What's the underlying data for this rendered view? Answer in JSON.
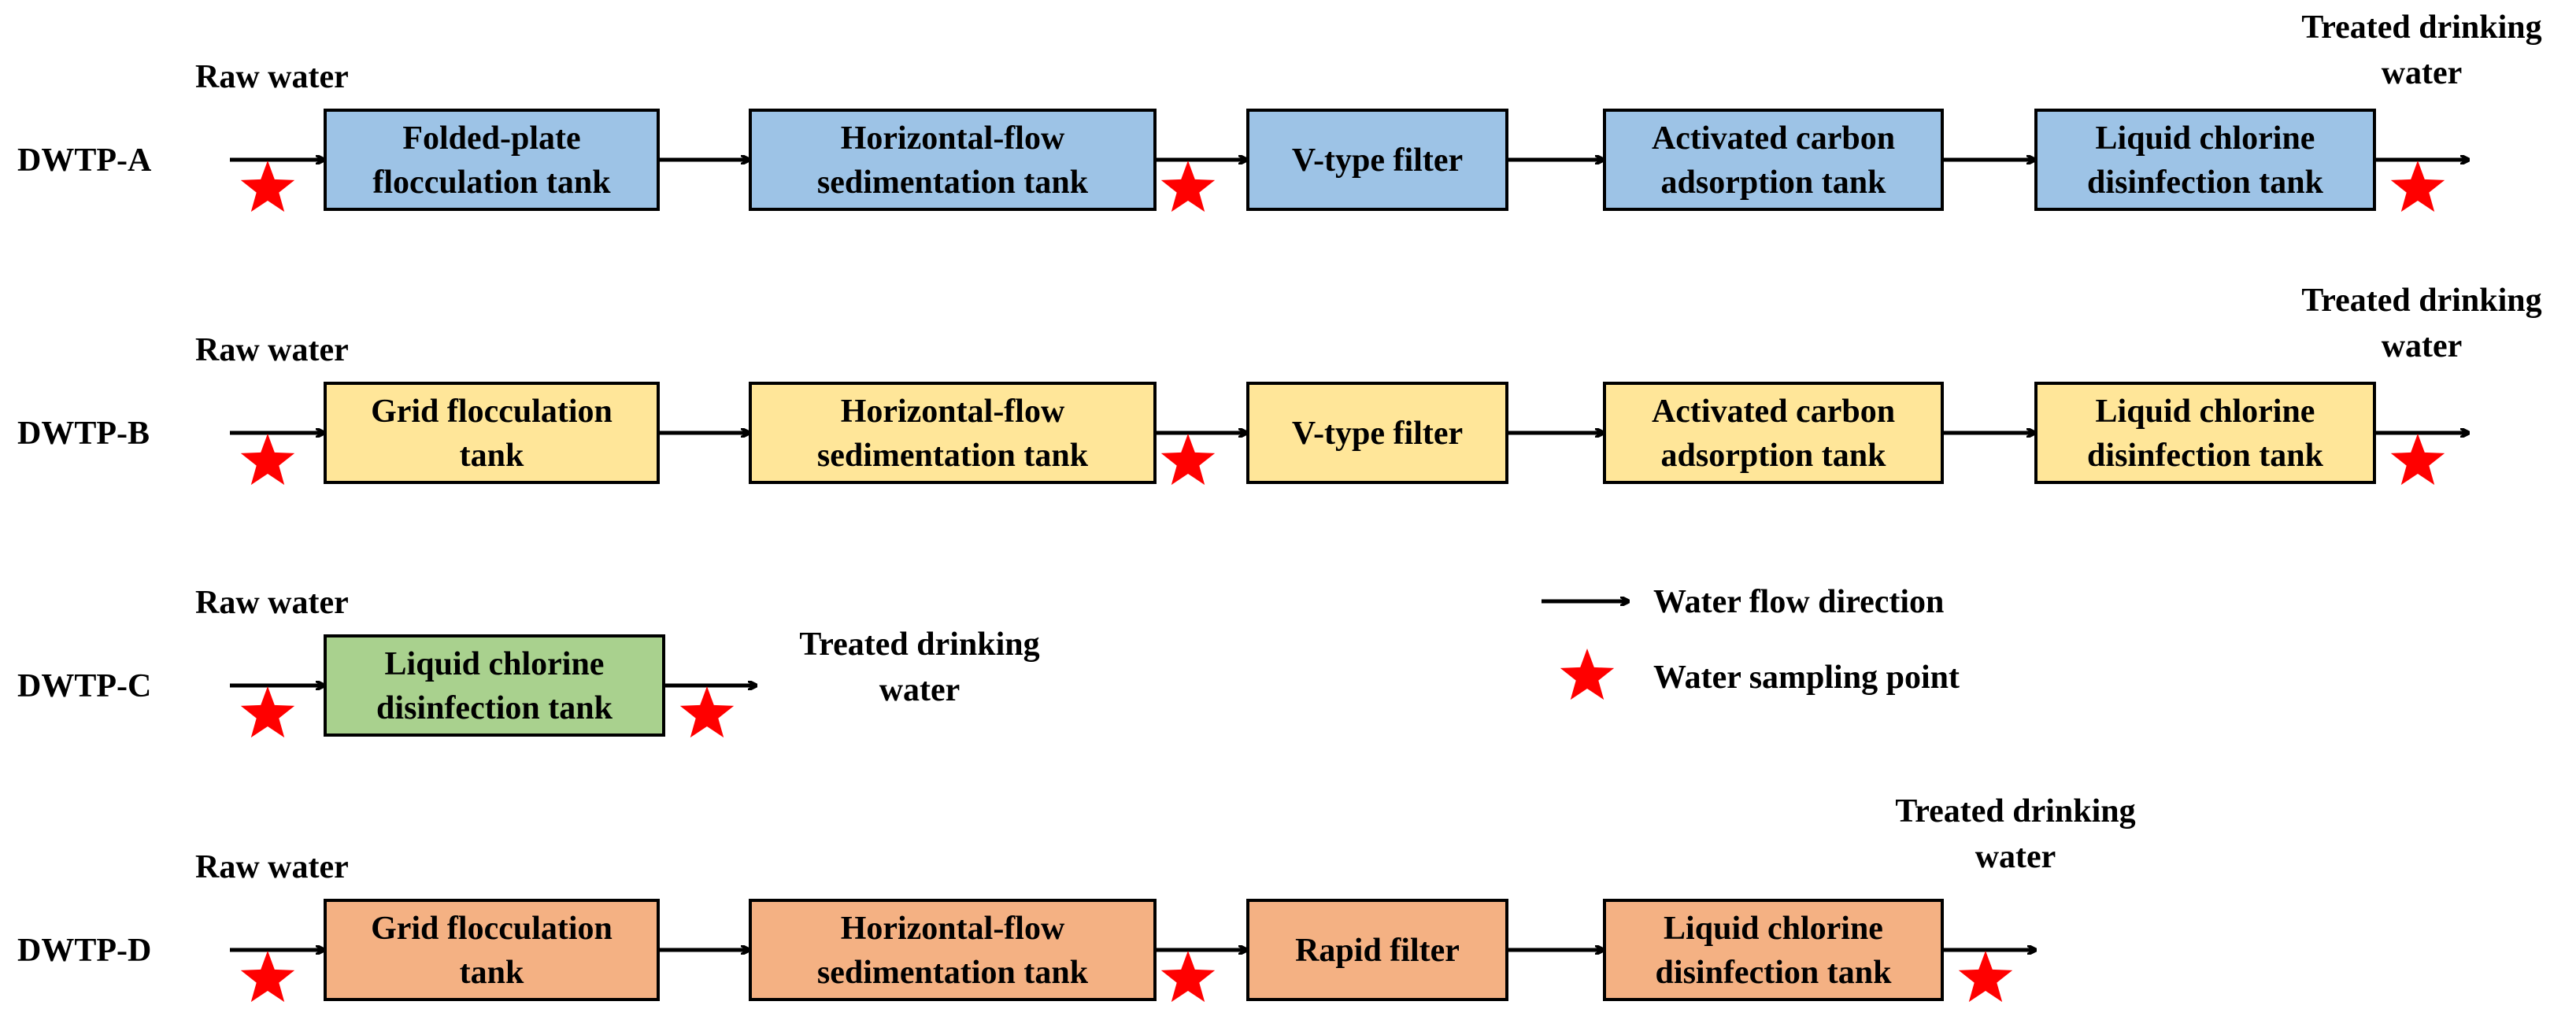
{
  "colors": {
    "blue": "#9DC3E6",
    "yellow": "#FFE699",
    "green": "#A9D18E",
    "orange": "#F4B183",
    "star": "#FF0000",
    "stroke": "#000000"
  },
  "rows": [
    {
      "plant": "DWTP-A",
      "color": "blue",
      "raw_label": "Raw water",
      "out_label": [
        "Treated drinking",
        "water"
      ],
      "boxes": [
        {
          "lines": [
            "Folded-plate",
            "flocculation tank"
          ]
        },
        {
          "lines": [
            "Horizontal-flow",
            "sedimentation tank"
          ]
        },
        {
          "lines": [
            "V-type filter"
          ]
        },
        {
          "lines": [
            "Activated carbon",
            "adsorption tank"
          ]
        },
        {
          "lines": [
            "Liquid chlorine",
            "disinfection tank"
          ]
        }
      ]
    },
    {
      "plant": "DWTP-B",
      "color": "yellow",
      "raw_label": "Raw water",
      "out_label": [
        "Treated drinking",
        "water"
      ],
      "boxes": [
        {
          "lines": [
            "Grid flocculation",
            "tank"
          ]
        },
        {
          "lines": [
            "Horizontal-flow",
            "sedimentation tank"
          ]
        },
        {
          "lines": [
            "V-type filter"
          ]
        },
        {
          "lines": [
            "Activated carbon",
            "adsorption tank"
          ]
        },
        {
          "lines": [
            "Liquid chlorine",
            "disinfection tank"
          ]
        }
      ]
    },
    {
      "plant": "DWTP-C",
      "color": "green",
      "raw_label": "Raw water",
      "out_label": [
        "Treated drinking",
        "water"
      ],
      "boxes": [
        {
          "lines": [
            "Liquid chlorine",
            "disinfection tank"
          ]
        }
      ]
    },
    {
      "plant": "DWTP-D",
      "color": "orange",
      "raw_label": "Raw water",
      "out_label": [
        "Treated drinking",
        "water"
      ],
      "boxes": [
        {
          "lines": [
            "Grid flocculation",
            "tank"
          ]
        },
        {
          "lines": [
            "Horizontal-flow",
            "sedimentation tank"
          ]
        },
        {
          "lines": [
            "Rapid filter"
          ]
        },
        {
          "lines": [
            "Liquid chlorine",
            "disinfection tank"
          ]
        }
      ]
    }
  ],
  "legend": {
    "flow_label": "Water flow direction",
    "sample_label": "Water sampling point"
  }
}
